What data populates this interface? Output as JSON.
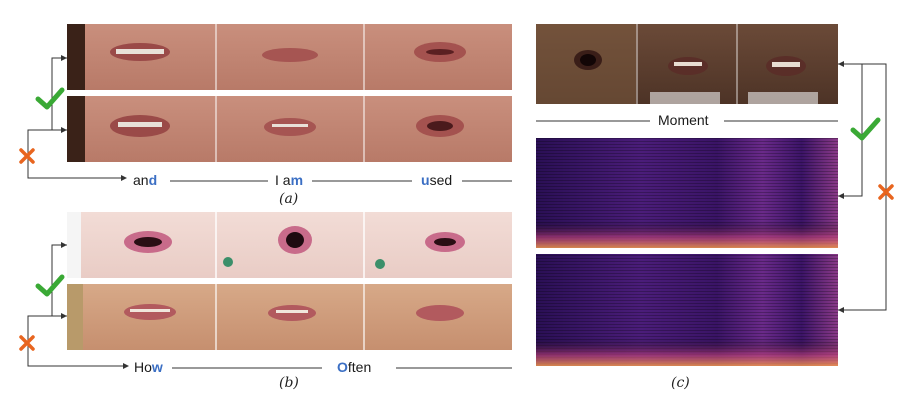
{
  "panel_a": {
    "words": [
      {
        "pre": "an",
        "hl": "d",
        "post": ""
      },
      {
        "pre": "I a",
        "hl": "m",
        "post": ""
      },
      {
        "pre": "",
        "hl": "u",
        "post": "sed"
      }
    ],
    "caption": "(a)"
  },
  "panel_b": {
    "words": [
      {
        "pre": "Ho",
        "hl": "w",
        "post": ""
      },
      {
        "pre": "",
        "hl": "O",
        "post": "ften"
      }
    ],
    "caption": "(b)"
  },
  "panel_c": {
    "word": "Moment",
    "caption": "(c)"
  },
  "colors": {
    "check": "#3aa935",
    "cross": "#e8651f",
    "highlight": "#3b6fc4"
  },
  "icons": [
    "check-icon",
    "cross-icon",
    "arrow-icon"
  ]
}
